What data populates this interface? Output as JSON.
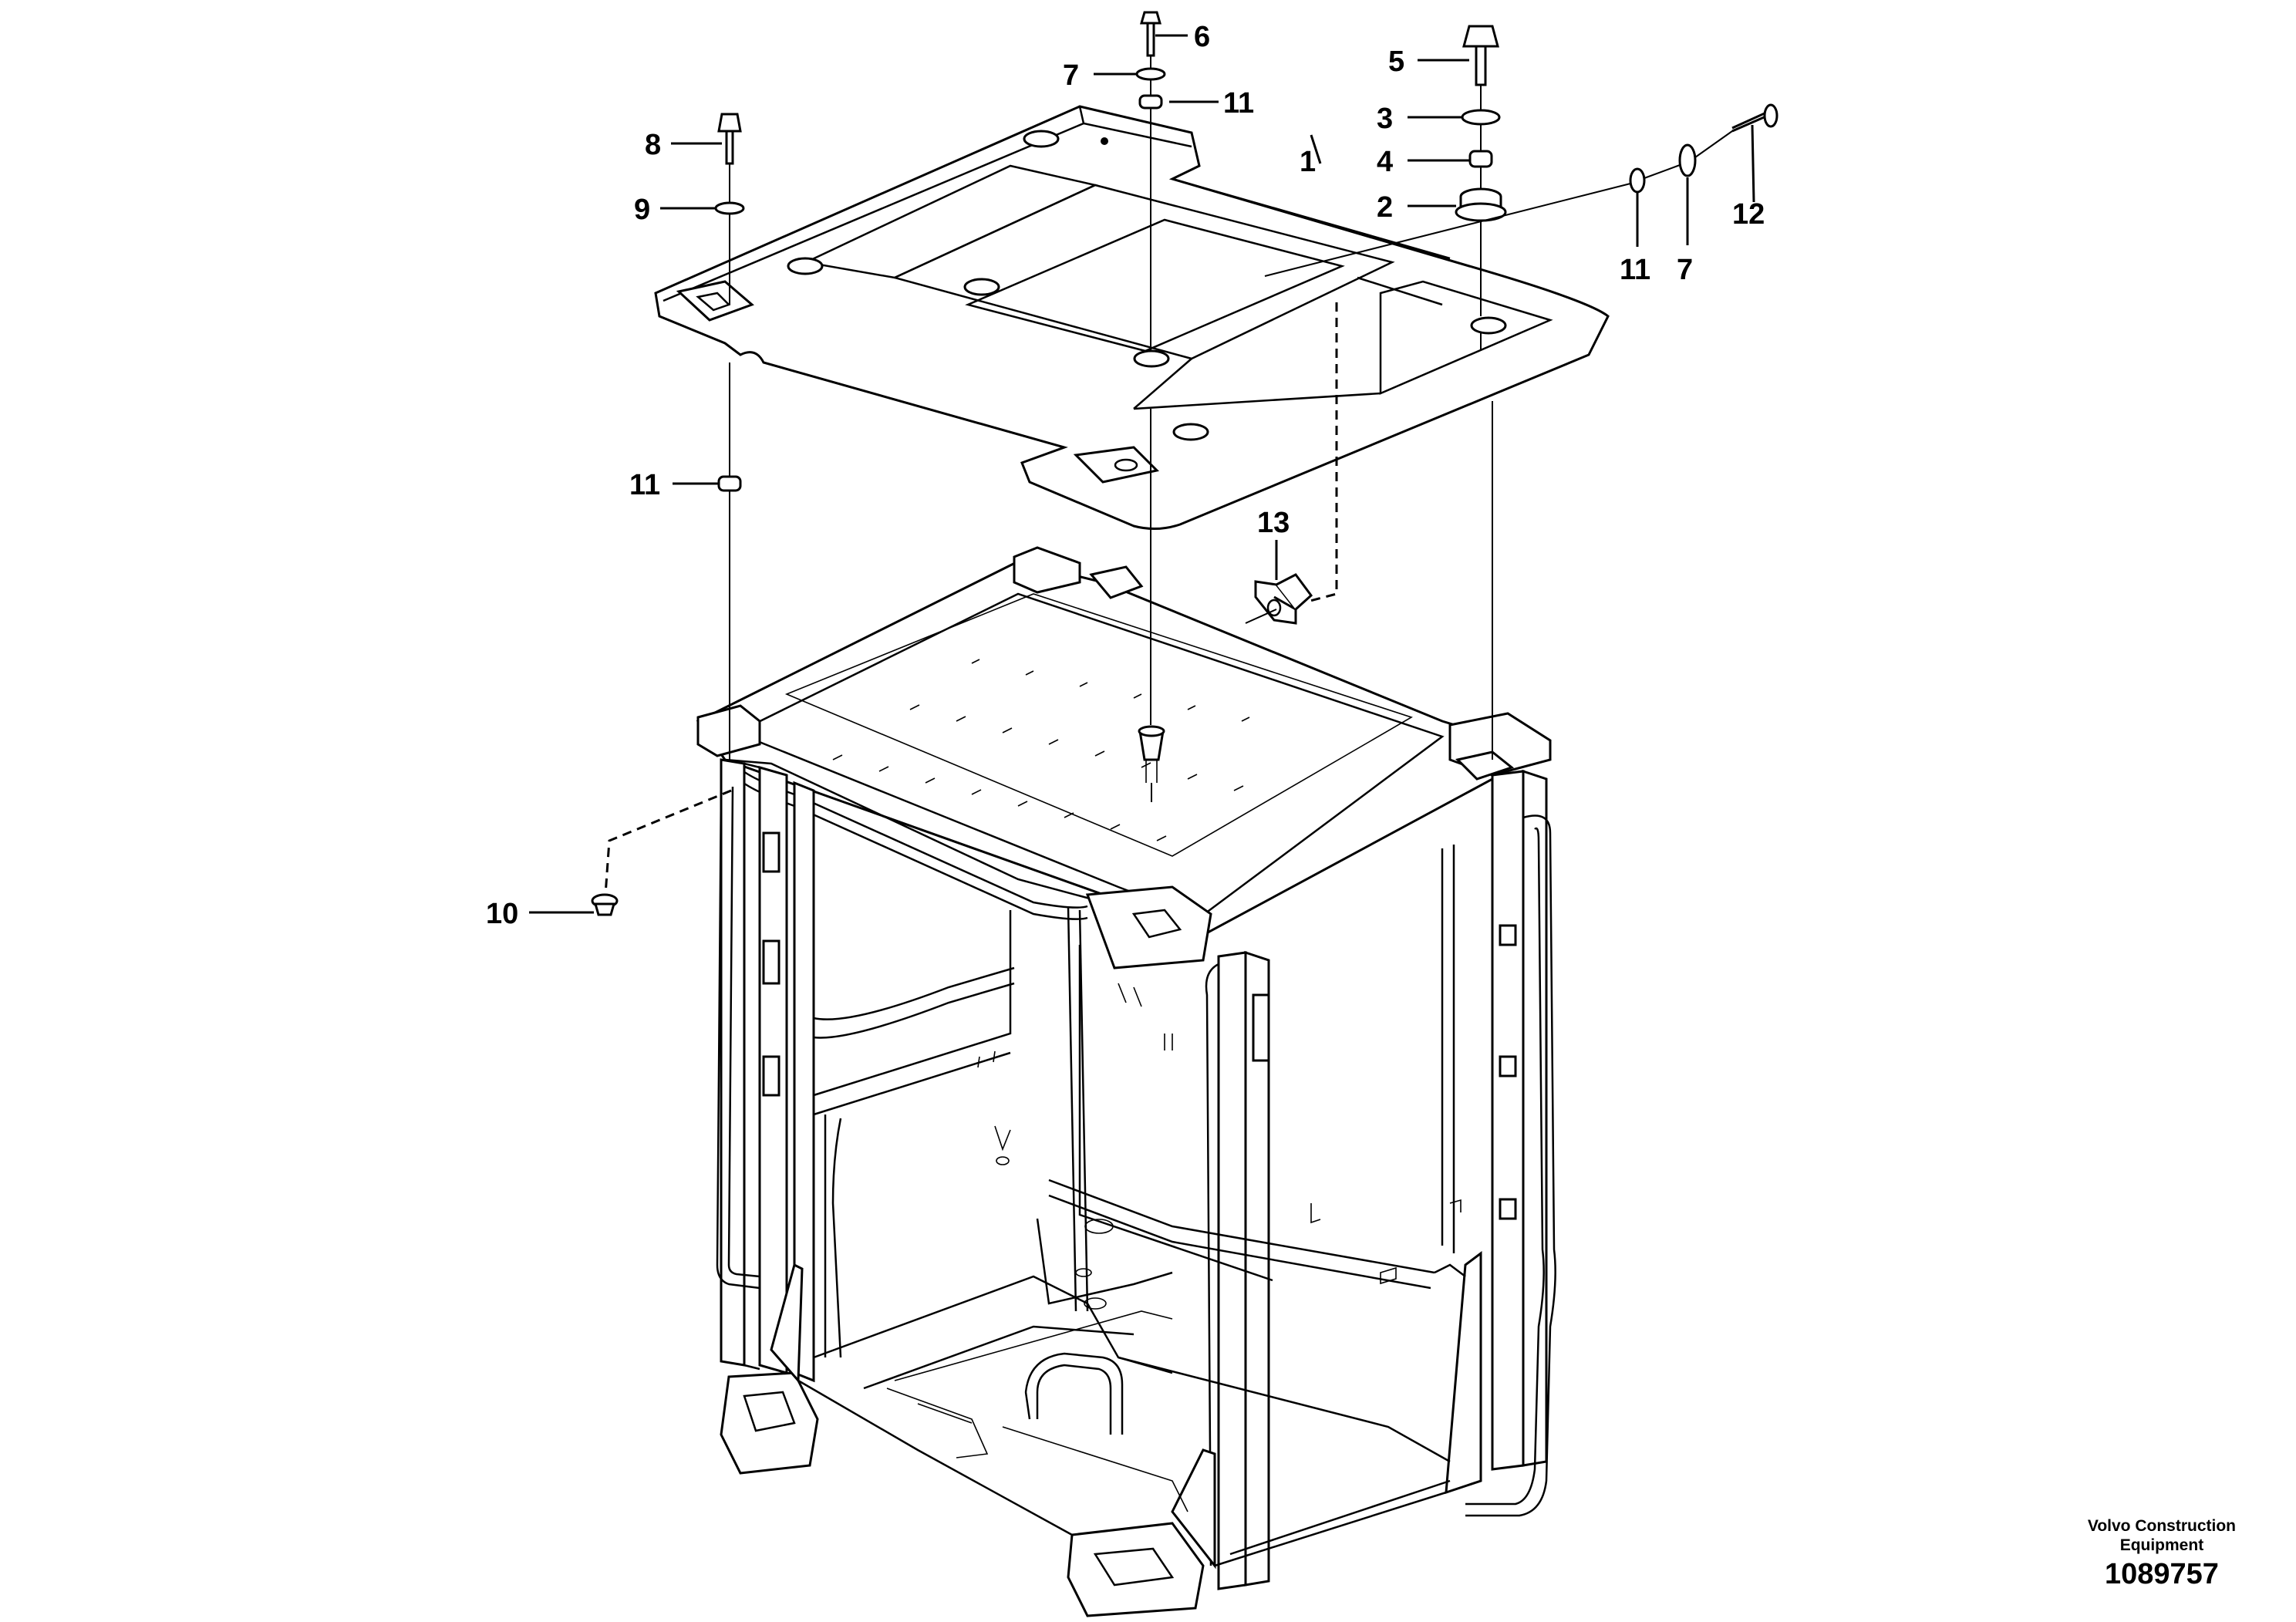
{
  "callouts": [
    "1",
    "2",
    "3",
    "4",
    "5",
    "6",
    "7",
    "7",
    "8",
    "9",
    "10",
    "11",
    "11",
    "11",
    "12",
    "13"
  ],
  "footer": {
    "company_line1": "Volvo Construction",
    "company_line2": "Equipment",
    "drawing_number": "1089757"
  }
}
